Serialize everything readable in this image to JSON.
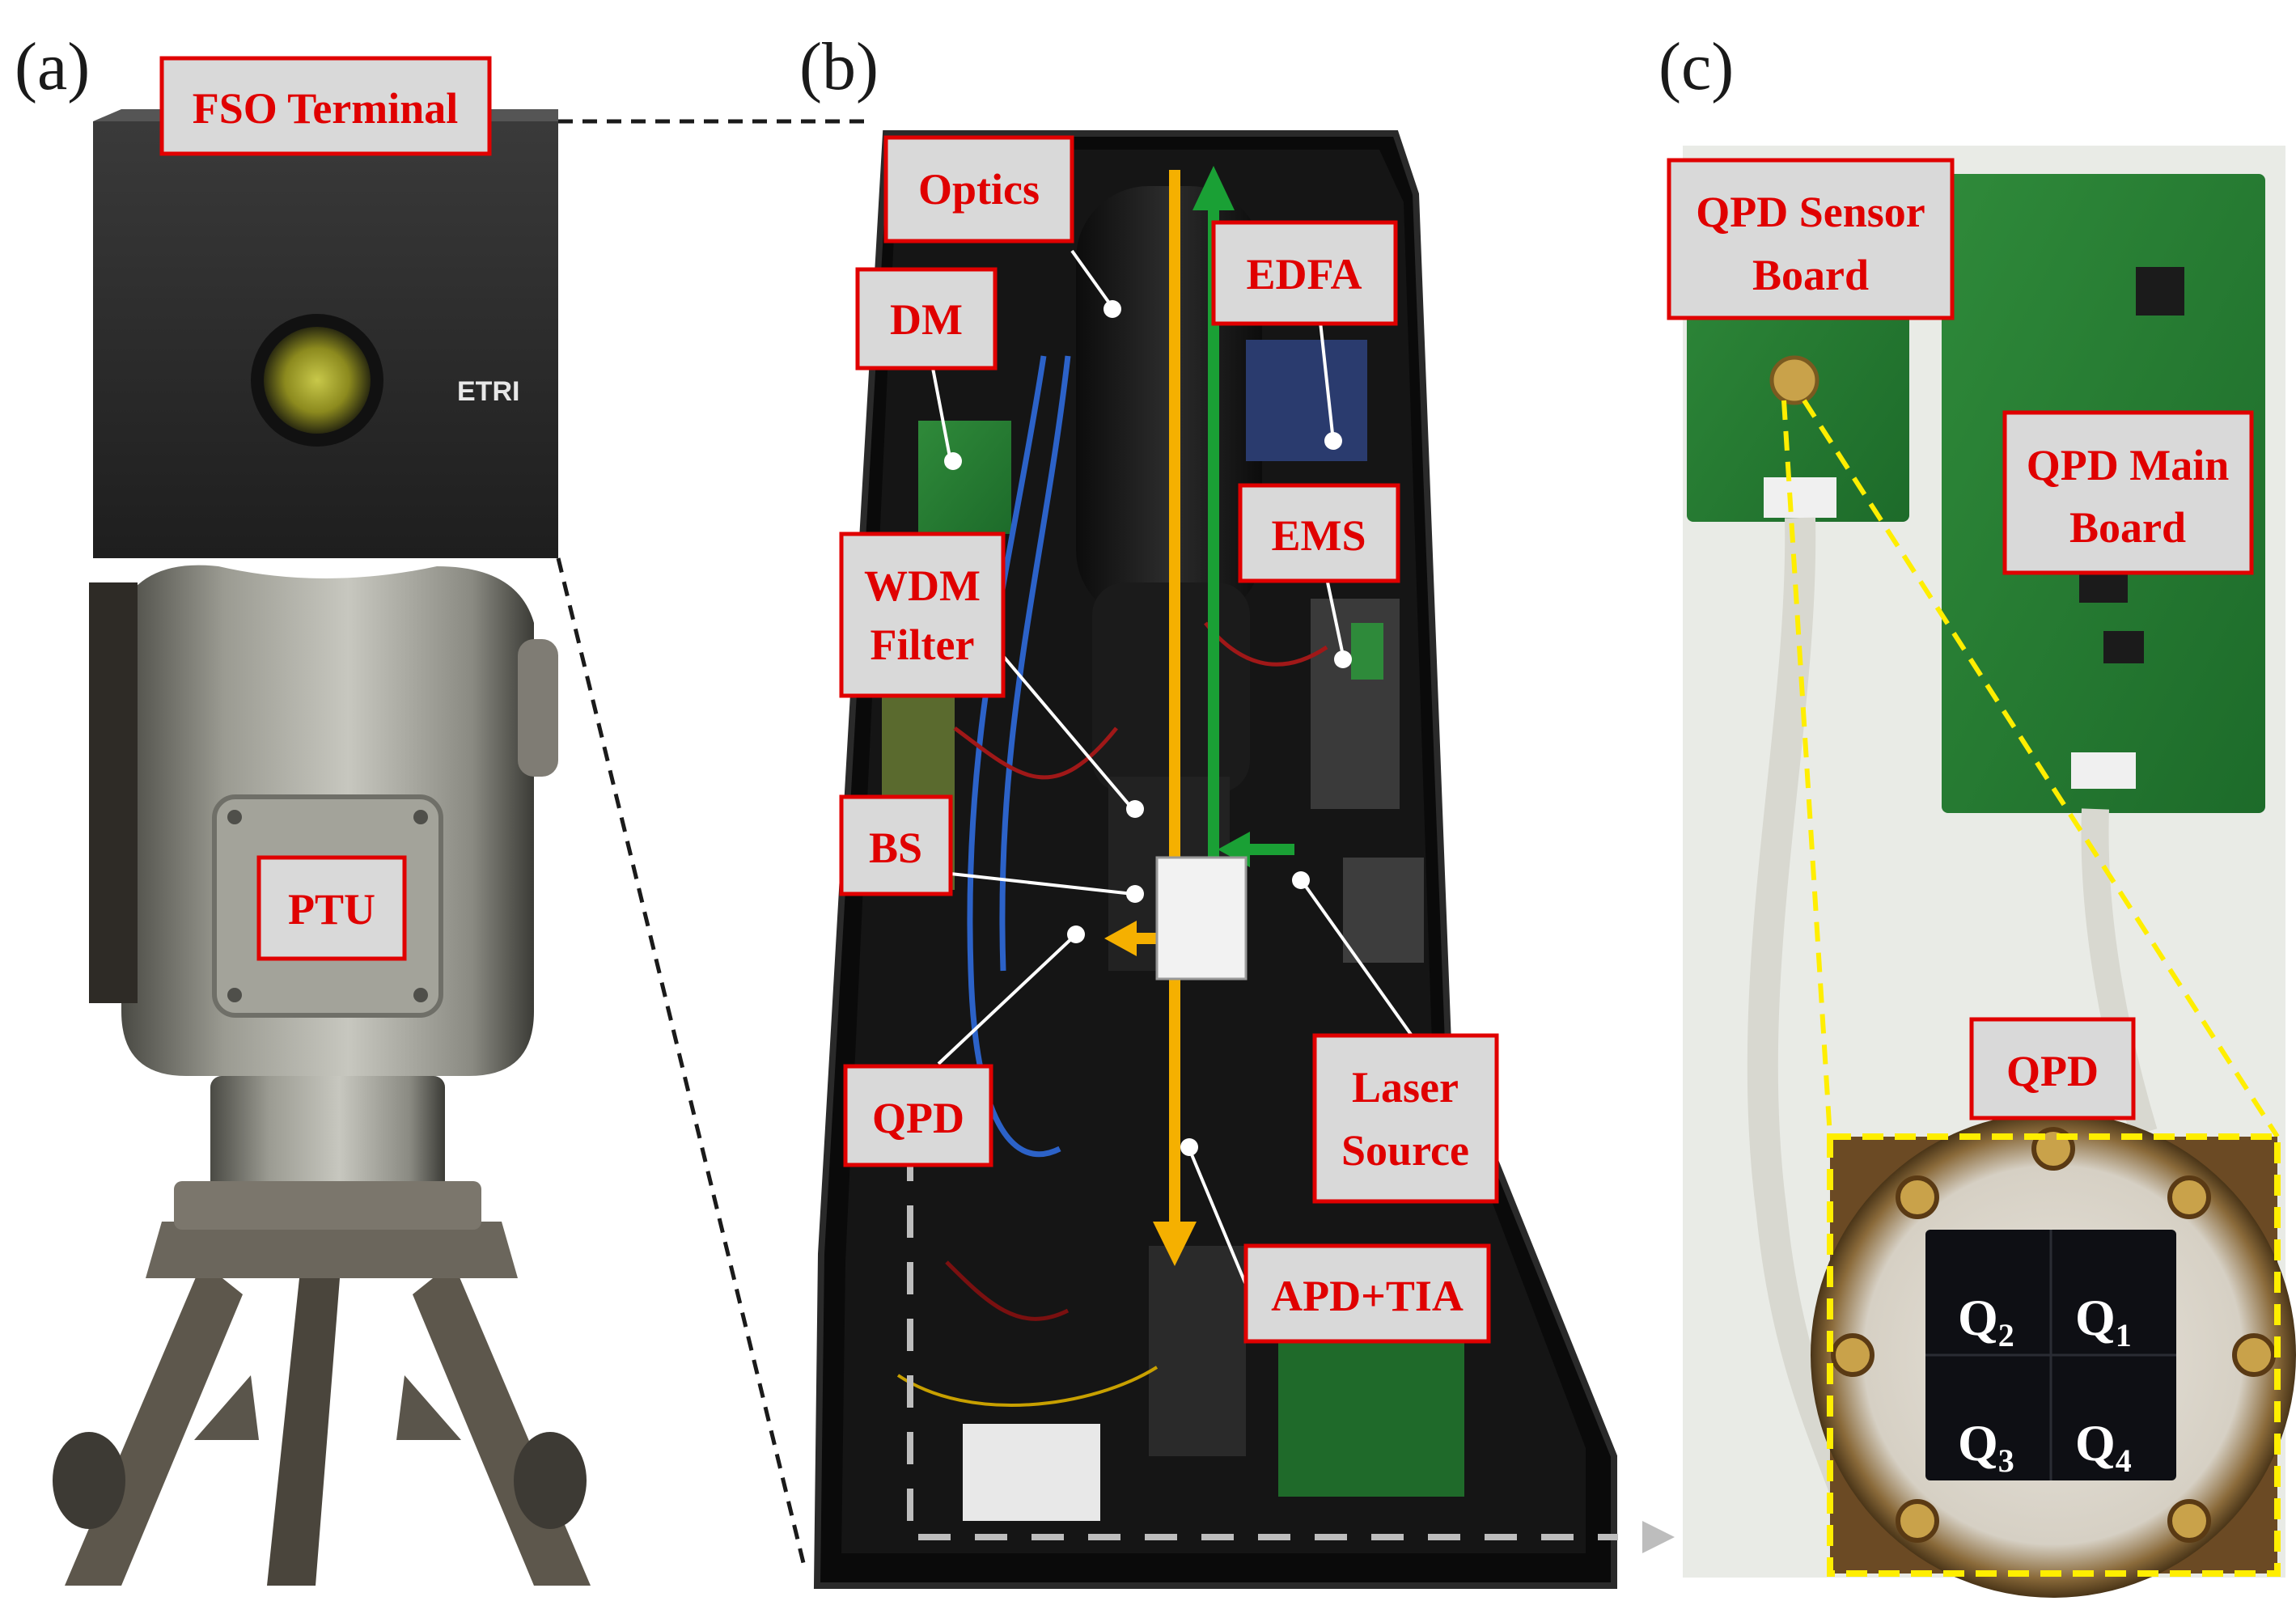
{
  "panels": {
    "a": "(a)",
    "b": "(b)",
    "c": "(c)"
  },
  "terminal_logo": "ETRI",
  "labels": {
    "fso_terminal": "FSO Terminal",
    "ptu": "PTU",
    "optics": "Optics",
    "edfa": "EDFA",
    "dm": "DM",
    "ems": "EMS",
    "wdm_filter_1": "WDM",
    "wdm_filter_2": "Filter",
    "bs": "BS",
    "qpd_b": "QPD",
    "laser_source_1": "Laser",
    "laser_source_2": "Source",
    "apd_tia": "APD+TIA",
    "qpd_sensor_board_1": "QPD Sensor",
    "qpd_sensor_board_2": "Board",
    "qpd_main_board_1": "QPD Main",
    "qpd_main_board_2": "Board",
    "qpd_c": "QPD"
  },
  "quadrants": {
    "q1": {
      "main": "Q",
      "sub": "1"
    },
    "q2": {
      "main": "Q",
      "sub": "2"
    },
    "q3": {
      "main": "Q",
      "sub": "3"
    },
    "q4": {
      "main": "Q",
      "sub": "4"
    }
  },
  "colors": {
    "label_text": "#e00000",
    "label_border": "#e00000",
    "label_fill": "#d9d9d9",
    "tx_arrow": "#f5b000",
    "rx_arrow": "#1aa035",
    "zoom_outline": "#ffee00",
    "zoom_dashed_line": "#1a1a1a",
    "grey_arrow": "#bdbdbd"
  }
}
